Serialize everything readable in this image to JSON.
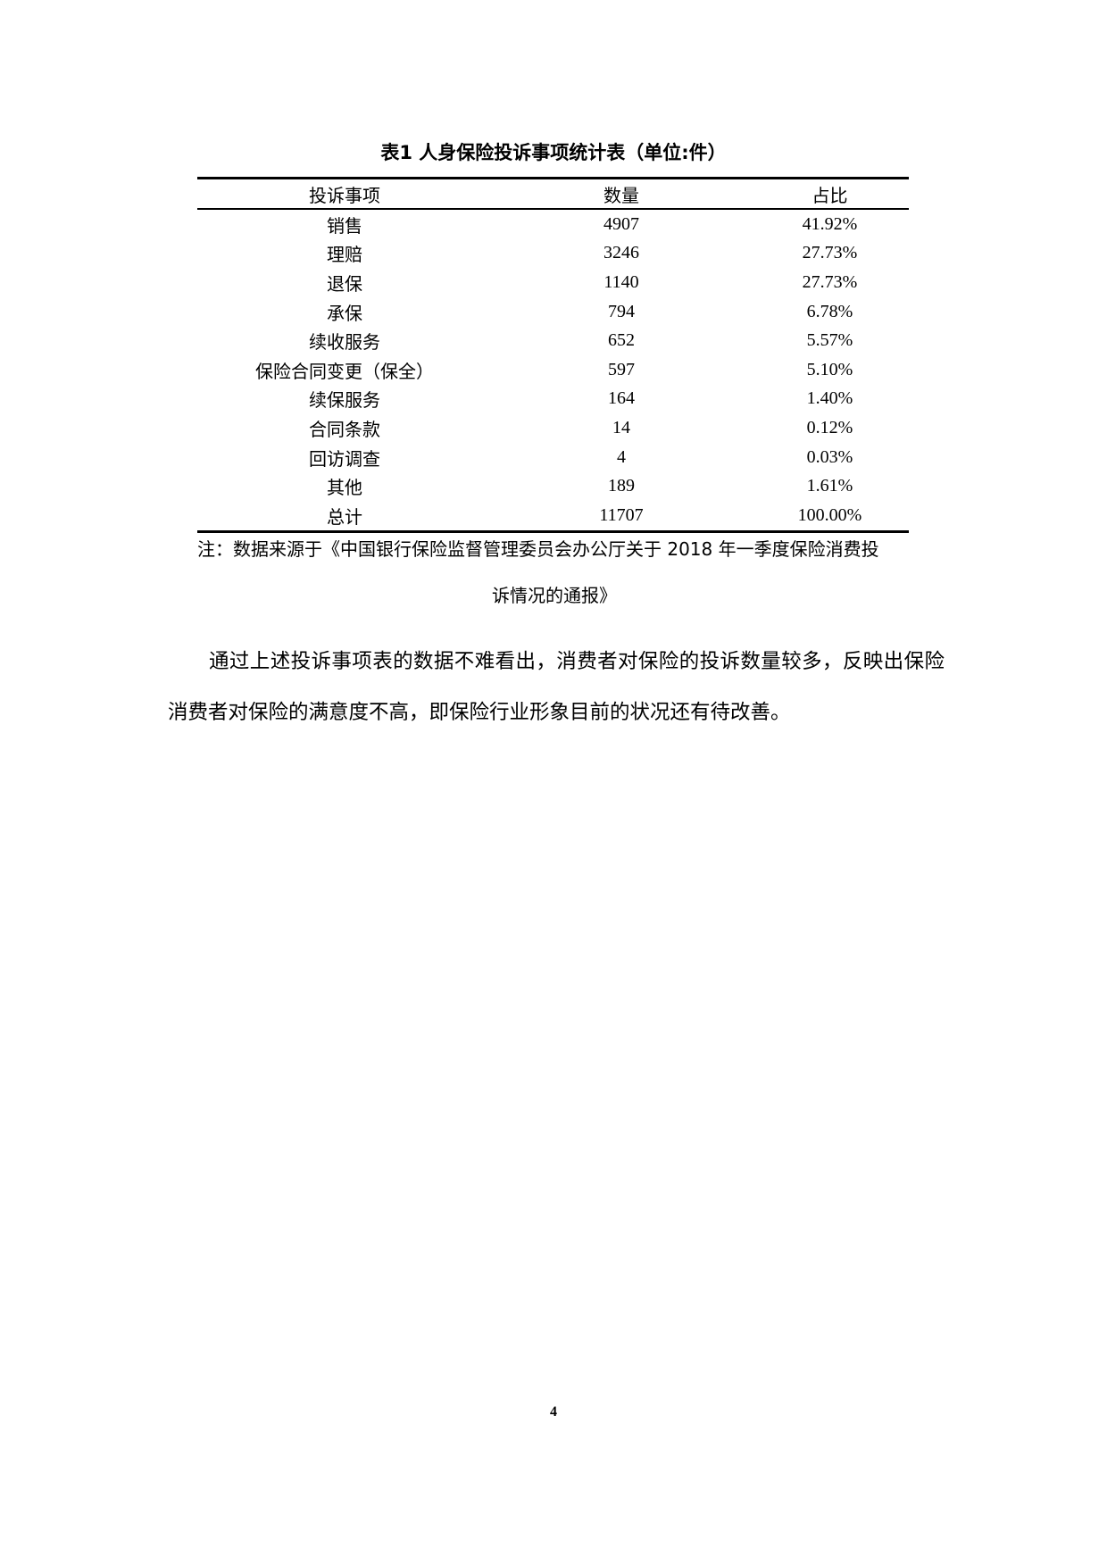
{
  "table": {
    "caption": "表1  人身保险投诉事项统计表（单位:件）",
    "headers": [
      "投诉事项",
      "数量",
      "占比"
    ],
    "rows": [
      {
        "item": "销售",
        "count": "4907",
        "share": "41.92%"
      },
      {
        "item": "理赔",
        "count": "3246",
        "share": "27.73%"
      },
      {
        "item": "退保",
        "count": "1140",
        "share": "27.73%"
      },
      {
        "item": "承保",
        "count": "794",
        "share": "6.78%"
      },
      {
        "item": "续收服务",
        "count": "652",
        "share": "5.57%"
      },
      {
        "item": "保险合同变更（保全）",
        "count": "597",
        "share": "5.10%"
      },
      {
        "item": "续保服务",
        "count": "164",
        "share": "1.40%"
      },
      {
        "item": "合同条款",
        "count": "14",
        "share": "0.12%"
      },
      {
        "item": "回访调查",
        "count": "4",
        "share": "0.03%"
      },
      {
        "item": "其他",
        "count": "189",
        "share": "1.61%"
      },
      {
        "item": "总计",
        "count": "11707",
        "share": "100.00%"
      }
    ]
  },
  "note": {
    "line1": "注：数据来源于《中国银行保险监督管理委员会办公厅关于 2018 年一季度保险消费投",
    "line2": "诉情况的通报》"
  },
  "paragraph": "通过上述投诉事项表的数据不难看出，消费者对保险的投诉数量较多，反映出保险消费者对保险的满意度不高，即保险行业形象目前的状况还有待改善。",
  "page_number": "4"
}
